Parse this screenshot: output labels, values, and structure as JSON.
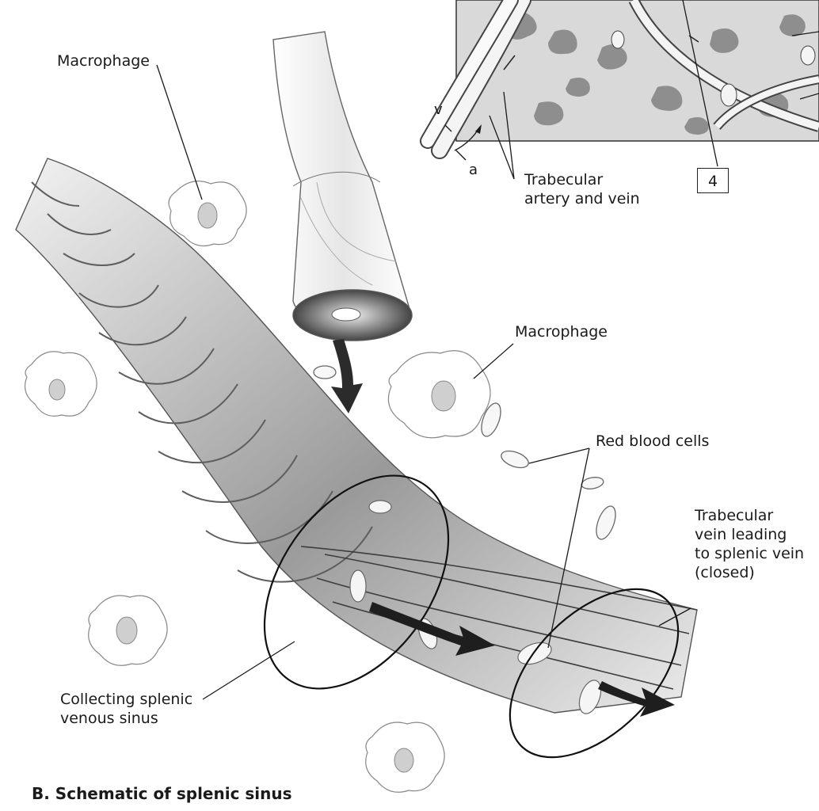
{
  "labels": {
    "macrophage_top": "Macrophage",
    "macrophage_mid": "Macrophage",
    "red_blood_cells": "Red blood cells",
    "trabecular_artery_vein_line1": "Trabecular",
    "trabecular_artery_vein_line2": "artery and vein",
    "vein_letter": "v",
    "artery_letter": "a",
    "box_number": "4",
    "trabecular_vein_line1": "Trabecular",
    "trabecular_vein_line2": "vein leading",
    "trabecular_vein_line3": "to splenic vein",
    "trabecular_vein_line4": "(closed)",
    "collecting_line1": "Collecting splenic",
    "collecting_line2": "venous sinus"
  },
  "caption": "B. Schematic of splenic sinus"
}
